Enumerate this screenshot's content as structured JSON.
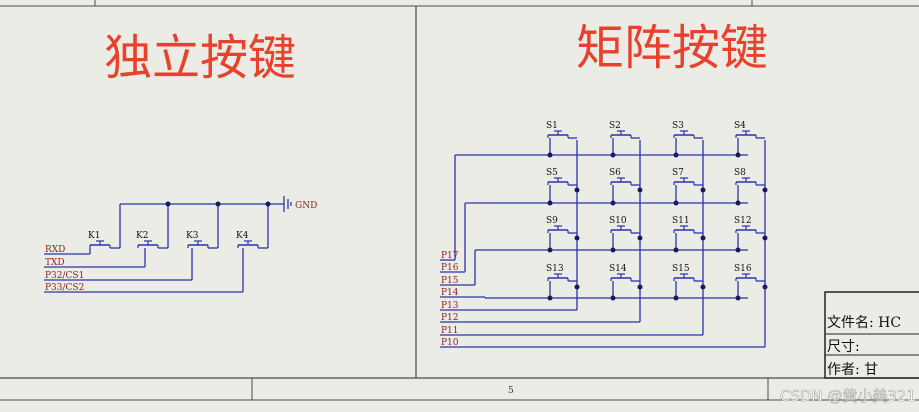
{
  "titles": {
    "independent": "独立按键",
    "matrix": "矩阵按键"
  },
  "independent": {
    "gnd_label": "GND",
    "keys": [
      "K1",
      "K2",
      "K3",
      "K4"
    ],
    "nets": [
      "RXD",
      "TXD",
      "P32/CS1",
      "P33/CS2"
    ]
  },
  "matrix": {
    "switches": [
      "S1",
      "S2",
      "S3",
      "S4",
      "S5",
      "S6",
      "S7",
      "S8",
      "S9",
      "S10",
      "S11",
      "S12",
      "S13",
      "S14",
      "S15",
      "S16"
    ],
    "ports": [
      "P17",
      "P16",
      "P15",
      "P14",
      "P13",
      "P12",
      "P11",
      "P10"
    ]
  },
  "title_block": {
    "file_name": "文件名: HC",
    "size": "尺寸:",
    "author": "作者: 甘"
  },
  "footer": {
    "page_number": "5"
  },
  "watermark": "CSDN @黄小美321",
  "colors": {
    "title_red": "#e8412c",
    "wire_blue": "#2a34a8",
    "label_red": "#8b1f1f",
    "frame": "#4a4a4a",
    "background": "#ecece6"
  }
}
